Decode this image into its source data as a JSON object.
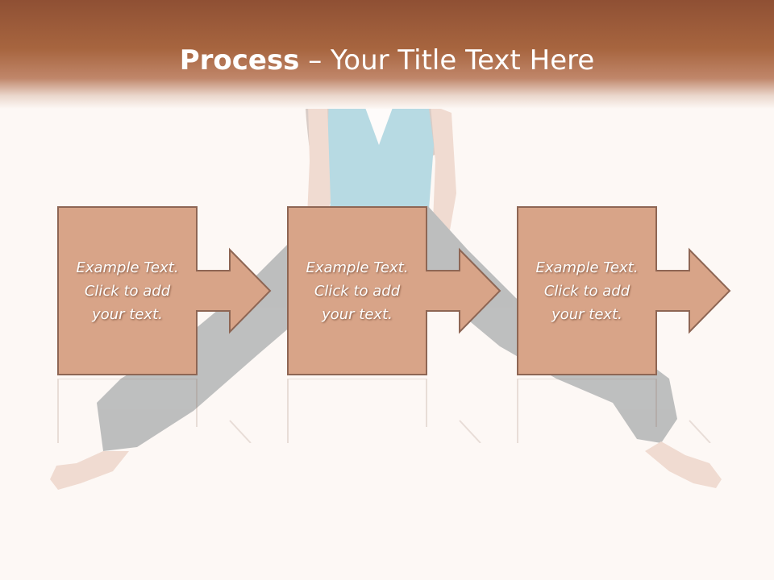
{
  "slide": {
    "title_bold": "Process",
    "title_rest": " – Your Title Text Here"
  },
  "steps": [
    {
      "text": "Example Text. Click  to add your text."
    },
    {
      "text": "Example Text. Click  to add your text."
    },
    {
      "text": "Example Text. Click  to add your text."
    }
  ],
  "colors": {
    "header": "#a7653f",
    "box_fill": "#d8a488",
    "box_stroke": "#8e6654",
    "background": "#fdf8f5"
  }
}
